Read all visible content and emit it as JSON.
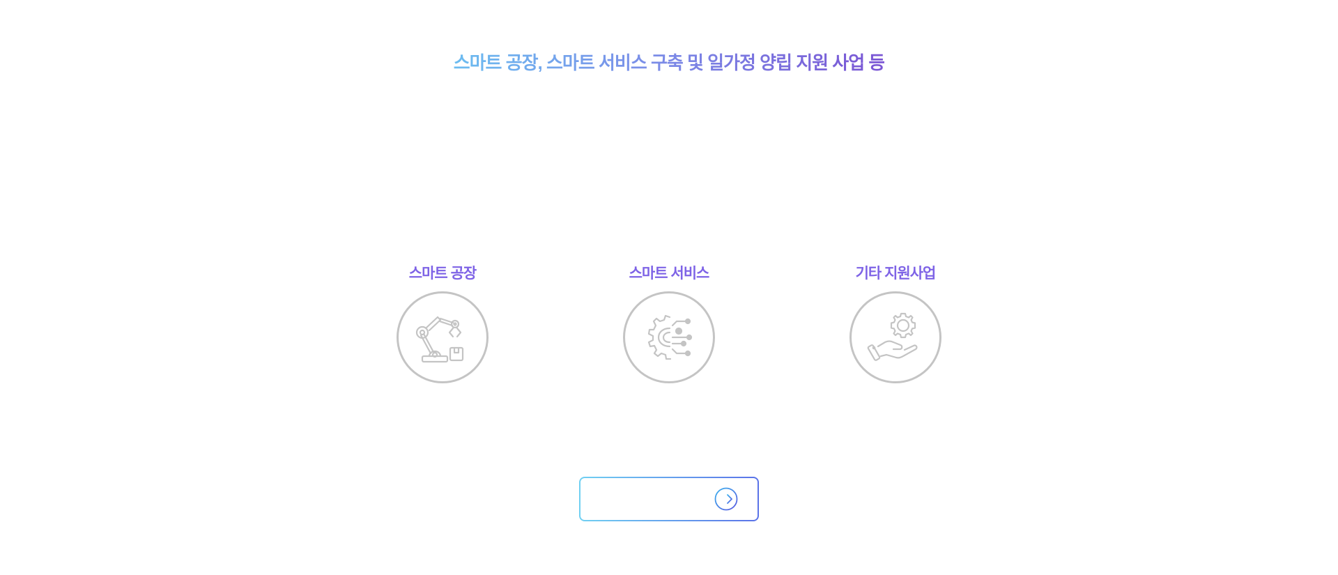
{
  "headline": "스마트 공장, 스마트 서비스 구축 및 일가정 양립 지원 사업 등",
  "features": [
    {
      "title": "스마트 공장",
      "icon": "robot-arm-icon"
    },
    {
      "title": "스마트 서비스",
      "icon": "gear-circuit-icon"
    },
    {
      "title": "기타 지원사업",
      "icon": "hand-gear-icon"
    }
  ],
  "cta": {
    "label": "",
    "icon": "arrow-right-circle-icon"
  },
  "colors": {
    "accent_purple": "#7e63e6",
    "gradient_start": "#6bbcf0",
    "gradient_end": "#7a55d4",
    "icon_gray": "#c4c4c4",
    "button_blue": "#5a72e8",
    "button_cyan": "#70d0f2"
  }
}
